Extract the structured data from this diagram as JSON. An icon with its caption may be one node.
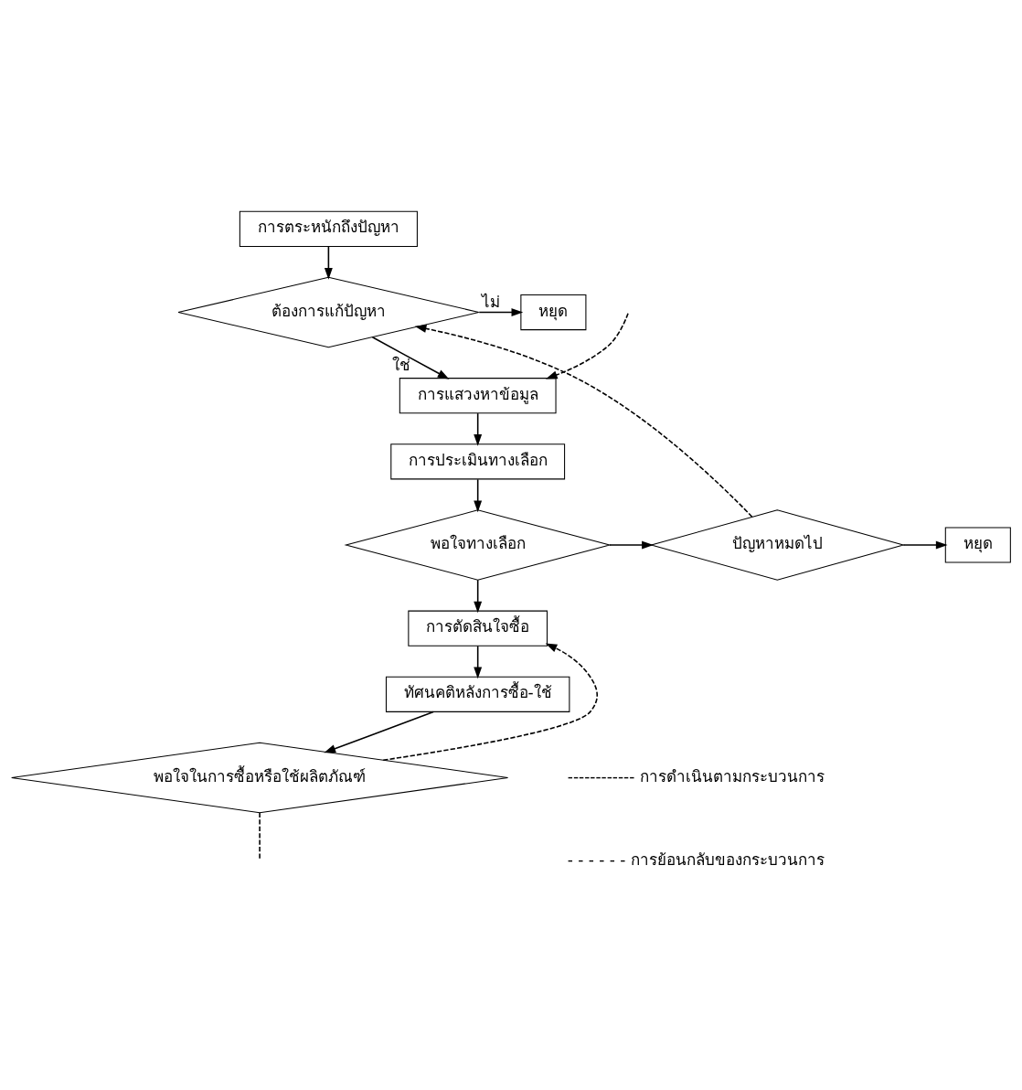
{
  "diagram": {
    "nodes": [
      {
        "text": [
          "การตระหนักถึงปัญหา"
        ]
      },
      {
        "text": [
          "ต้องการแก้ปัญหา"
        ]
      },
      {
        "text": [
          "หยุด"
        ]
      },
      {
        "text": [
          "การแสวงหาข้อมูล"
        ]
      },
      {
        "text": [
          "การประเมินทางเลือก"
        ]
      },
      {
        "text": [
          "พอใจทางเลือก"
        ]
      },
      {
        "text": [
          "ปัญหาหมดไป"
        ]
      },
      {
        "text": [
          "หยุด"
        ]
      },
      {
        "text": [
          "การตัดสินใจซื้อ"
        ]
      },
      {
        "text": [
          "ทัศนคติหลังการซื้อ-ใช้"
        ]
      },
      {
        "text": [
          "พอใจในการซื้อหรือใช้ผลิตภัณฑ์"
        ]
      }
    ],
    "edges": [
      {
        "from": 0,
        "to": 1,
        "arrow": "to"
      },
      {
        "from": 1,
        "to": 2,
        "arrow": "to",
        "label": "ไม่"
      },
      {
        "from": 1,
        "to": 3,
        "arrow": "to",
        "label": "ใช่"
      },
      {
        "from": 3,
        "to": 4,
        "arrow": "to"
      },
      {
        "from": 4,
        "to": 5,
        "arrow": "to"
      },
      {
        "from": 5,
        "to": 6,
        "arrow": "to"
      },
      {
        "from": 6,
        "to": 7,
        "arrow": "to"
      },
      {
        "from": 5,
        "to": 8,
        "arrow": "to"
      },
      {
        "from": 8,
        "to": 9,
        "arrow": "to"
      },
      {
        "from": 9,
        "to": 10,
        "arrow": "to"
      },
      {
        "from": 6,
        "to": 1,
        "arrow": "to",
        "style": "dashed"
      },
      {
        "from": 10,
        "to": 8,
        "arrow": "to",
        "style": "dashed"
      },
      {
        "from": null,
        "to": 3,
        "arrow": "to",
        "style": "dashed"
      },
      {
        "from": 10,
        "to": null,
        "arrow": "none",
        "style": "dashed"
      }
    ],
    "legend": [
      {
        "text": "------------ การดำเนินตามกระบวนการ"
      },
      {
        "text": "- - - - - - การย้อนกลับของกระบวนการ"
      }
    ]
  }
}
